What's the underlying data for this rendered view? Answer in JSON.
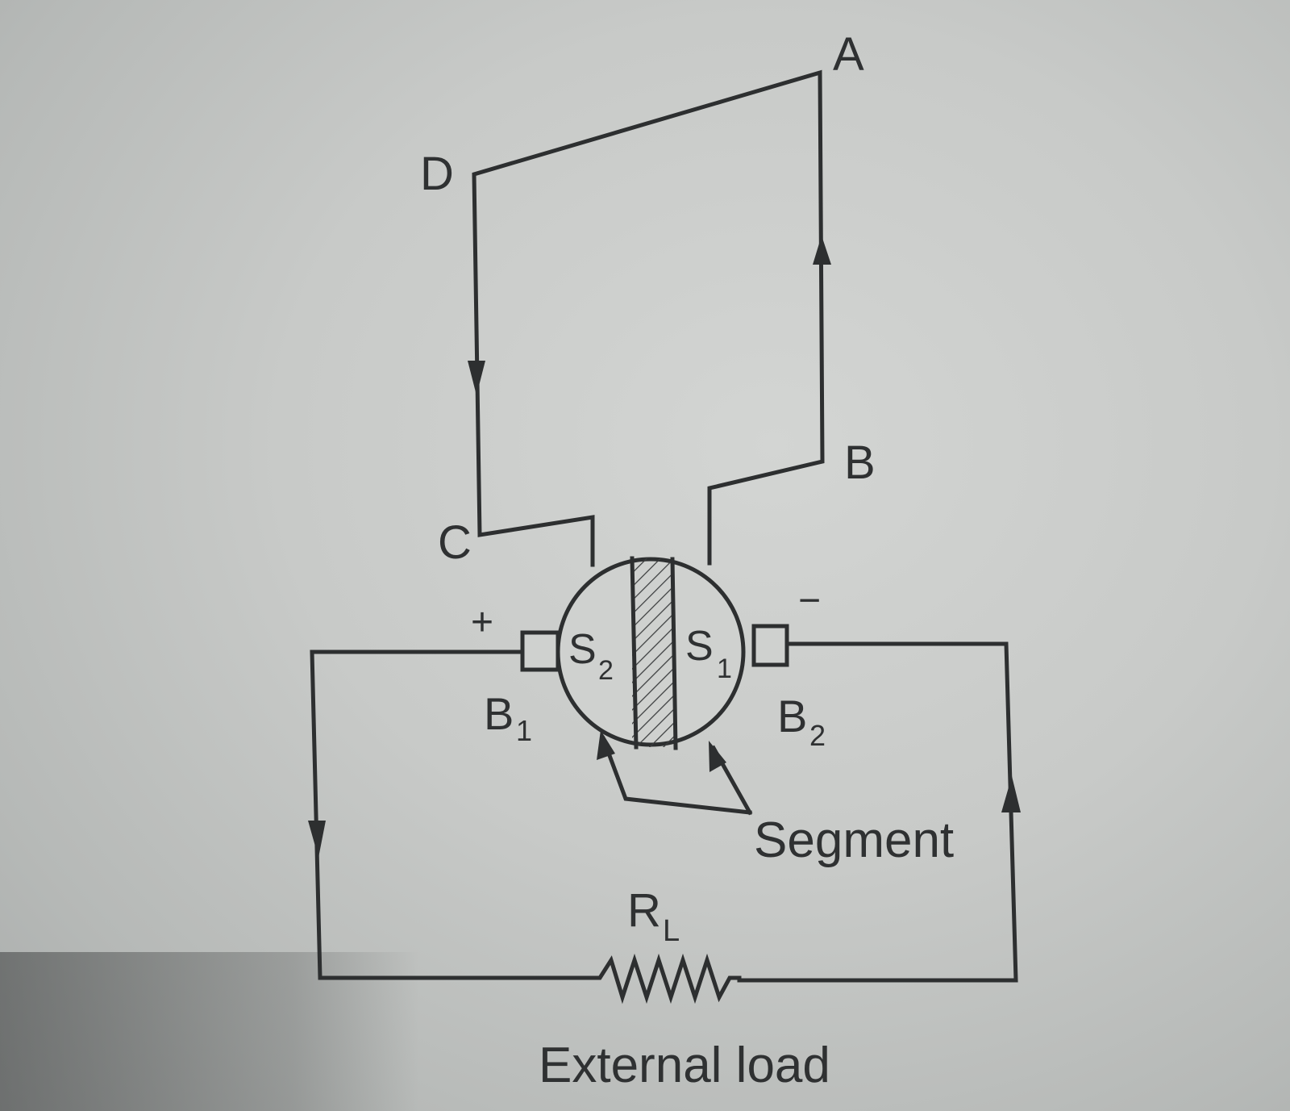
{
  "points": {
    "a": "A",
    "b": "B",
    "c": "C",
    "d": "D"
  },
  "segments": {
    "s1": "S",
    "s1_sub": "1",
    "s2": "S",
    "s2_sub": "2"
  },
  "brushes": {
    "b1": "B",
    "b1_sub": "1",
    "b2": "B",
    "b2_sub": "2"
  },
  "polarity": {
    "plus": "+",
    "minus": "−"
  },
  "segment_label": "Segment",
  "resistor": {
    "symbol": "R",
    "sub": "L"
  },
  "load_label": "External load",
  "colors": {
    "ink": "#2d2f30",
    "paper": "#cfd1cf"
  }
}
